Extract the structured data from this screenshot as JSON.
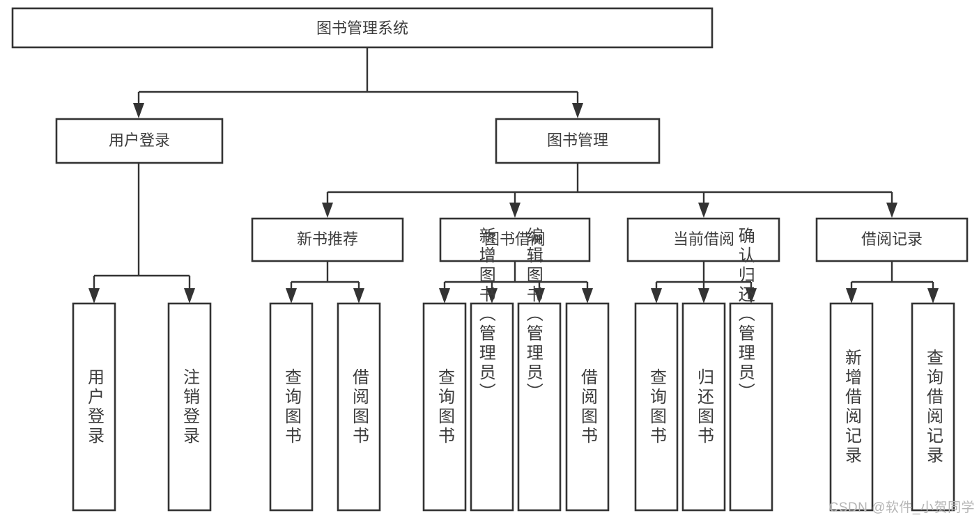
{
  "diagram": {
    "type": "tree-hierarchy-chart",
    "title": "图书管理系统",
    "background_color": "#ffffff",
    "box_stroke_color": "#333333",
    "box_fill_color": "#ffffff",
    "text_color": "#3c3c3c",
    "connector_color": "#333333",
    "root": {
      "label": "图书管理系统",
      "level": 1
    },
    "level2": [
      {
        "label": "用户登录"
      },
      {
        "label": "图书管理"
      }
    ],
    "level3": [
      {
        "label": "新书推荐"
      },
      {
        "label": "图书借阅"
      },
      {
        "label": "当前借阅"
      },
      {
        "label": "借阅记录"
      }
    ],
    "leaves": {
      "user_login": [
        {
          "label": "用户登录"
        },
        {
          "label": "注销登录"
        }
      ],
      "new_book_recommend": [
        {
          "label": "查询图书"
        },
        {
          "label": "借阅图书"
        }
      ],
      "book_borrow": [
        {
          "label": "查询图书"
        },
        {
          "label": "新增图书（管理员）"
        },
        {
          "label": "编辑图书（管理员）"
        },
        {
          "label": "借阅图书"
        }
      ],
      "current_borrow": [
        {
          "label": "查询图书"
        },
        {
          "label": "归还图书"
        },
        {
          "label": "确认归还（管理员）"
        }
      ],
      "borrow_record": [
        {
          "label": "新增借阅记录"
        },
        {
          "label": "查询借阅记录"
        }
      ]
    }
  },
  "watermark": {
    "text": "CSDN @软件_小贺同学"
  }
}
